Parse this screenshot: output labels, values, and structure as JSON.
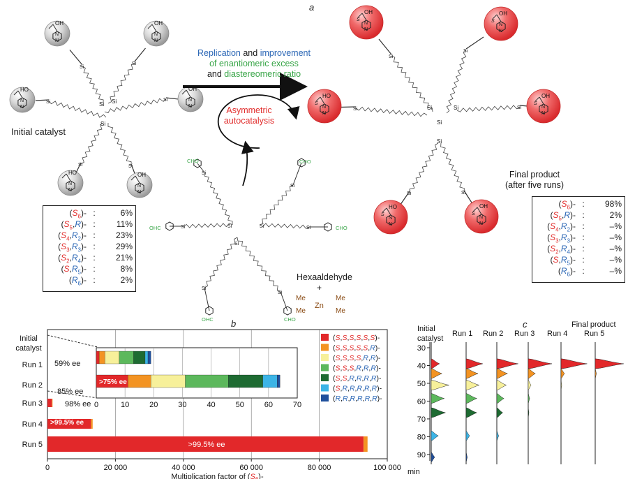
{
  "panel_labels": {
    "a": "a",
    "b": "b",
    "c": "c"
  },
  "panel_a": {
    "arrow_text": {
      "line1_part1": "Replication",
      "line1_and": "and",
      "line1_part2": "improvement",
      "line2": "of enantiomeric excess",
      "line3_and": "and",
      "line3_part": "diastereomeric ratio"
    },
    "cycle_text": [
      "Asymmetric",
      "autocatalysis"
    ],
    "initial_label": "Initial catalyst",
    "final_label": [
      "Final product",
      "(after five runs)"
    ],
    "hexa_label": "Hexaaldehyde",
    "plus": "+",
    "reagent": {
      "me": "Me",
      "zn": "Zn"
    },
    "atoms": {
      "si": "Si",
      "oh": "OH",
      "ho": "HO",
      "cho": "CHO",
      "ohc": "OHC",
      "s": "S"
    },
    "initial_table": [
      {
        "k": "(S6)-",
        "v": "6%"
      },
      {
        "k": "(S5,R)-",
        "v": "11%"
      },
      {
        "k": "(S4,R2)-",
        "v": "23%"
      },
      {
        "k": "(S3,R3)-",
        "v": "29%"
      },
      {
        "k": "(S2,R4)-",
        "v": "21%"
      },
      {
        "k": "(S,R5)-",
        "v": "8%"
      },
      {
        "k": "(R6)-",
        "v": "2%"
      }
    ],
    "final_table": [
      {
        "k": "(S6)-",
        "v": "98%"
      },
      {
        "k": "(S5,R)-",
        "v": "2%"
      },
      {
        "k": "(S4,R2)-",
        "v": "–%"
      },
      {
        "k": "(S3,R3)-",
        "v": "–%"
      },
      {
        "k": "(S2,R4)-",
        "v": "–%"
      },
      {
        "k": "(S,R5)-",
        "v": "–%"
      },
      {
        "k": "(R6)-",
        "v": "–%"
      }
    ],
    "colors": {
      "red_ball": "#e8383b",
      "gray_ball": "#c9c9c9",
      "green_text": "#3aa649",
      "blue_text": "#2a66b5",
      "red_text": "#e2302f",
      "brown": "#8a4b14"
    }
  },
  "chart_data": [
    {
      "type": "bar",
      "stacked": true,
      "orientation": "horizontal",
      "xlabel": "Multiplication factor of (S6)-",
      "xlim": [
        0,
        100000
      ],
      "xticks": [
        "0",
        "20 000",
        "40 000",
        "60 000",
        "80 000",
        "100 000"
      ],
      "categories": [
        "Initial catalyst",
        "Run 1",
        "Run 2",
        "Run 3",
        "Run 4",
        "Run 5"
      ],
      "series": [
        {
          "name": "(S,S,S,S,S,S)-",
          "color": "#e2282a",
          "values": [
            null,
            null,
            11,
            1300,
            12800,
            93000
          ]
        },
        {
          "name": "(S,S,S,S,S,R)-",
          "color": "#f39322",
          "values": [
            null,
            null,
            8,
            150,
            500,
            1200
          ]
        }
      ],
      "bar_annotations": {
        "Run 1": "59% ee",
        "Run 2": ">75% ee",
        "Run 2b": "85% ee",
        "Run 3": "98% ee",
        "Run 4": ">99.5% ee",
        "Run 5": ">99.5% ee"
      },
      "inset": {
        "xlim": [
          0,
          70
        ],
        "xticks": [
          "0",
          "10",
          "20",
          "30",
          "40",
          "50",
          "60",
          "70"
        ],
        "rows": [
          {
            "name": "Run 1",
            "segments": [
              1,
              2,
              5,
              5,
              4,
              1,
              1
            ]
          },
          {
            "name": "Run 2",
            "label": ">75% ee",
            "segments": [
              11,
              8,
              12,
              15,
              12,
              5,
              1
            ]
          }
        ]
      },
      "legend": [
        {
          "name": "(S,S,S,S,S,S)-",
          "color": "#e2282a"
        },
        {
          "name": "(S,S,S,S,S,R)-",
          "color": "#f39322"
        },
        {
          "name": "(S,S,S,S,R,R)-",
          "color": "#f7f09a"
        },
        {
          "name": "(S,S,S,R,R,R)-",
          "color": "#5cb85c"
        },
        {
          "name": "(S,S,R,R,R,R)-",
          "color": "#1e6b32"
        },
        {
          "name": "(S,R,R,R,R,R)-",
          "color": "#3cb4e6"
        },
        {
          "name": "(R,R,R,R,R,R)-",
          "color": "#1f4f9c"
        }
      ]
    },
    {
      "type": "area",
      "title": "HPLC traces",
      "columns": [
        "Initial catalyst",
        "Run 1",
        "Run 2",
        "Run 3",
        "Run 4",
        "Final product Run 5"
      ],
      "ylabel": "min",
      "yticks": [
        "30",
        "40",
        "50",
        "60",
        "70",
        "80",
        "90"
      ],
      "ylim": [
        28,
        95
      ],
      "peaks": [
        {
          "t": 39,
          "color": "#e2282a"
        },
        {
          "t": 44.5,
          "color": "#f39322"
        },
        {
          "t": 51,
          "color": "#f7f09a"
        },
        {
          "t": 58.5,
          "color": "#5cb85c"
        },
        {
          "t": 66.5,
          "color": "#1e6b32"
        },
        {
          "t": 79.5,
          "color": "#3cb4e6"
        },
        {
          "t": 91.5,
          "color": "#1f4f9c"
        }
      ],
      "heights": [
        [
          0.35,
          0.45,
          0.75,
          0.55,
          0.6,
          0.3,
          0.15
        ],
        [
          0.7,
          0.5,
          0.55,
          0.45,
          0.45,
          0.15,
          0.05
        ],
        [
          0.9,
          0.45,
          0.4,
          0.3,
          0.25,
          0.08,
          0
        ],
        [
          1.0,
          0.3,
          0.12,
          0.06,
          0.03,
          0,
          0
        ],
        [
          1.1,
          0.15,
          0.03,
          0,
          0,
          0,
          0
        ],
        [
          1.2,
          0.05,
          0,
          0,
          0,
          0,
          0
        ]
      ]
    }
  ]
}
